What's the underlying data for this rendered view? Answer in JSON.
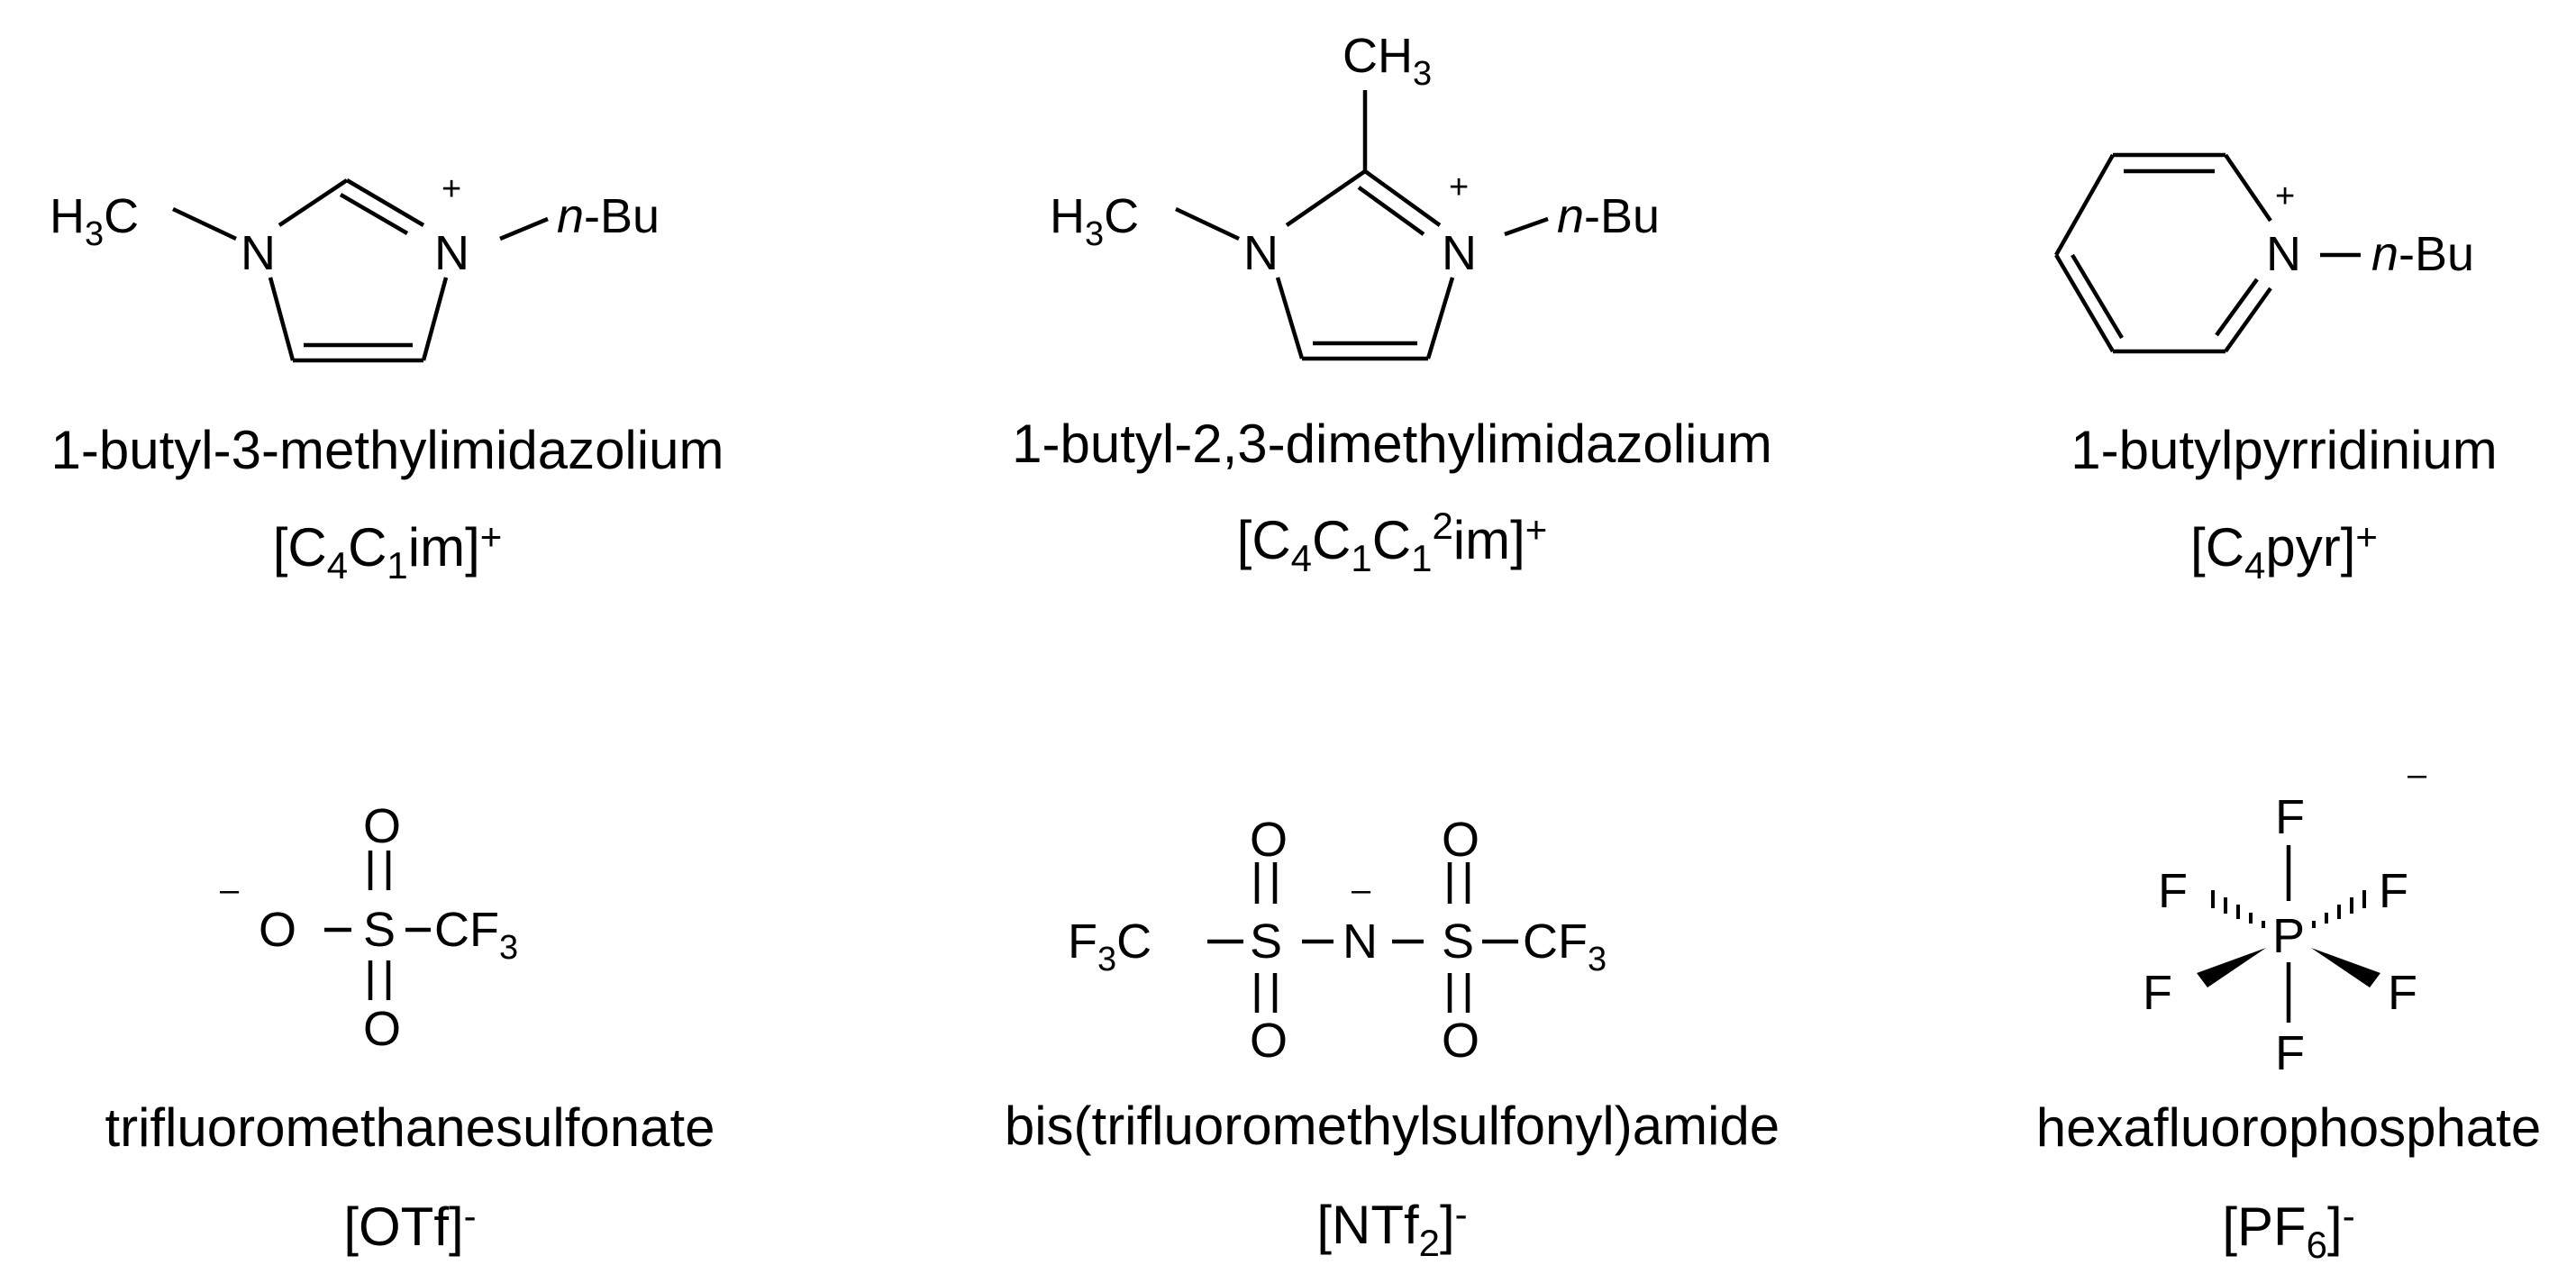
{
  "cations": [
    {
      "name": "1-butyl-3-methylimidazolium",
      "formula": [
        "[C",
        "4",
        "C",
        "1",
        "im]",
        "+"
      ],
      "atoms": {
        "methyl": [
          "H",
          "3",
          "C"
        ],
        "n1": "N",
        "n3": "N",
        "charge": "+",
        "butyl_prefix": "n",
        "butyl_suffix": "-Bu"
      }
    },
    {
      "name": "1-butyl-2,3-dimethylimidazolium",
      "formula": [
        "[C",
        "4",
        "C",
        "1",
        "C",
        "1",
        "2",
        "im]",
        "+"
      ],
      "atoms": {
        "methyl": [
          "H",
          "3",
          "C"
        ],
        "methyl2": [
          "CH",
          "3"
        ],
        "n1": "N",
        "n3": "N",
        "charge": "+",
        "butyl_prefix": "n",
        "butyl_suffix": "-Bu"
      }
    },
    {
      "name": "1-butylpyrridinium",
      "formula": [
        "[C",
        "4",
        "pyr]",
        "+"
      ],
      "atoms": {
        "n": "N",
        "charge": "+",
        "butyl_prefix": "n",
        "butyl_suffix": "-Bu"
      }
    }
  ],
  "anions": [
    {
      "name": "trifluoromethanesulfonate",
      "formula": [
        "[OTf]",
        "-"
      ],
      "atoms": {
        "charge": "–",
        "o": "O",
        "s": "S",
        "o_top": "O",
        "o_bottom": "O",
        "cf3": [
          "CF",
          "3"
        ]
      }
    },
    {
      "name": "bis(trifluoromethylsulfonyl)amide",
      "formula": [
        "[NTf",
        "2",
        "]",
        "-"
      ],
      "atoms": {
        "cf3_left": [
          "F",
          "3",
          "C"
        ],
        "s1": "S",
        "n": "N",
        "charge": "–",
        "s2": "S",
        "o1_top": "O",
        "o1_bottom": "O",
        "o2_top": "O",
        "o2_bottom": "O",
        "cf3_right": [
          "CF",
          "3"
        ]
      }
    },
    {
      "name": "hexafluorophosphate",
      "formula": [
        "[PF",
        "6",
        "]",
        "-"
      ],
      "atoms": {
        "p": "P",
        "f_top": "F",
        "f_bottom": "F",
        "f_ul": "F",
        "f_ur": "F",
        "f_ll": "F",
        "f_lr": "F",
        "charge": "–"
      }
    }
  ]
}
